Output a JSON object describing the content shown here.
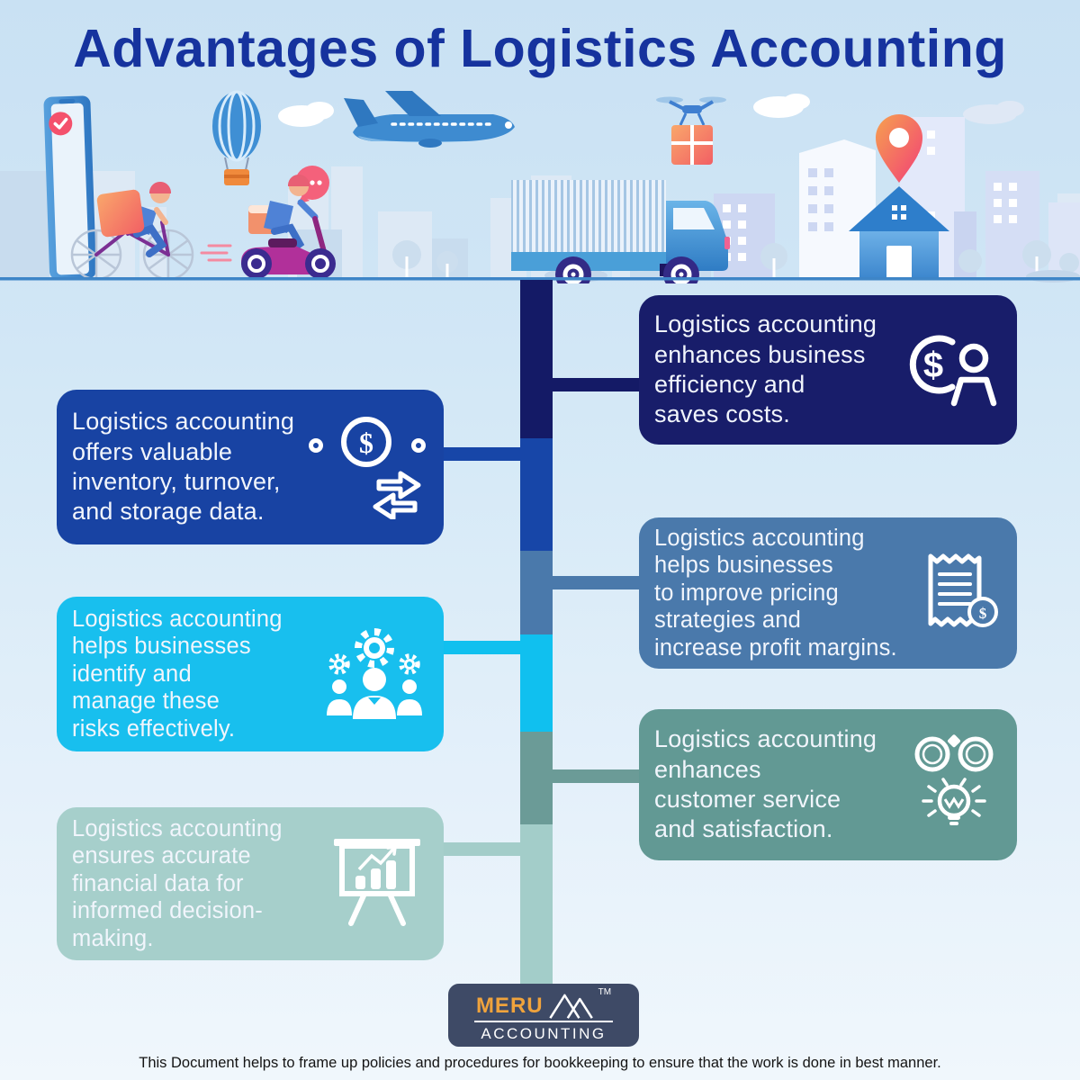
{
  "title": "Advantages of Logistics Accounting",
  "cards": {
    "r1": {
      "text": "Logistics accounting\nenhances business\nefficiency and\nsaves costs.",
      "icon": "dollar-person-icon",
      "bg": "#181d6a"
    },
    "l1": {
      "text": "Logistics accounting\noffers valuable\ninventory, turnover,\nand storage data.",
      "icon": "coin-exchange-arrows-icon",
      "bg": "#1843a3"
    },
    "r2": {
      "text": "Logistics accounting\nhelps businesses\nto improve pricing\nstrategies and\nincrease profit margins.",
      "icon": "receipt-dollar-icon",
      "bg": "#4a79ab"
    },
    "l2": {
      "text": "Logistics accounting\nhelps businesses\nidentify and\nmanage these\nrisks effectively.",
      "icon": "team-gears-icon",
      "bg": "#18bfee"
    },
    "r3": {
      "text": "Logistics accounting\nenhances\ncustomer service\nand satisfaction.",
      "icon": "binoculars-bulb-icon",
      "bg": "#629994"
    },
    "l3": {
      "text": "Logistics accounting\nensures accurate\nfinancial data for\ninformed decision-\nmaking.",
      "icon": "presentation-chart-icon",
      "bg": "#a6cfcb"
    }
  },
  "icon_dollar": "$",
  "logo": {
    "brand": "MERU",
    "subtitle": "ACCOUNTING",
    "trademark": "TM",
    "brand_color": "#f0a33c",
    "bg": "#3e4a66",
    "icon": "mountain-peaks-icon"
  },
  "footer": "This Document helps to frame up policies and procedures for bookkeeping to ensure that the work is done in best manner.",
  "colors": {
    "title": "#16339e",
    "background_top": "#c9e1f3",
    "background_bottom": "#f0f7fc",
    "ground_line": "#3e85c7",
    "spine": [
      "#141a66",
      "#1746a8",
      "#4a79ab",
      "#10c0ef",
      "#6b9b97",
      "#a3cdc9"
    ]
  },
  "illustration": [
    "smartphone-portal",
    "bicycle-courier",
    "hot-air-balloon",
    "scooter-courier",
    "airplane",
    "cargo-truck",
    "delivery-drone",
    "city-buildings",
    "location-pin",
    "house"
  ]
}
